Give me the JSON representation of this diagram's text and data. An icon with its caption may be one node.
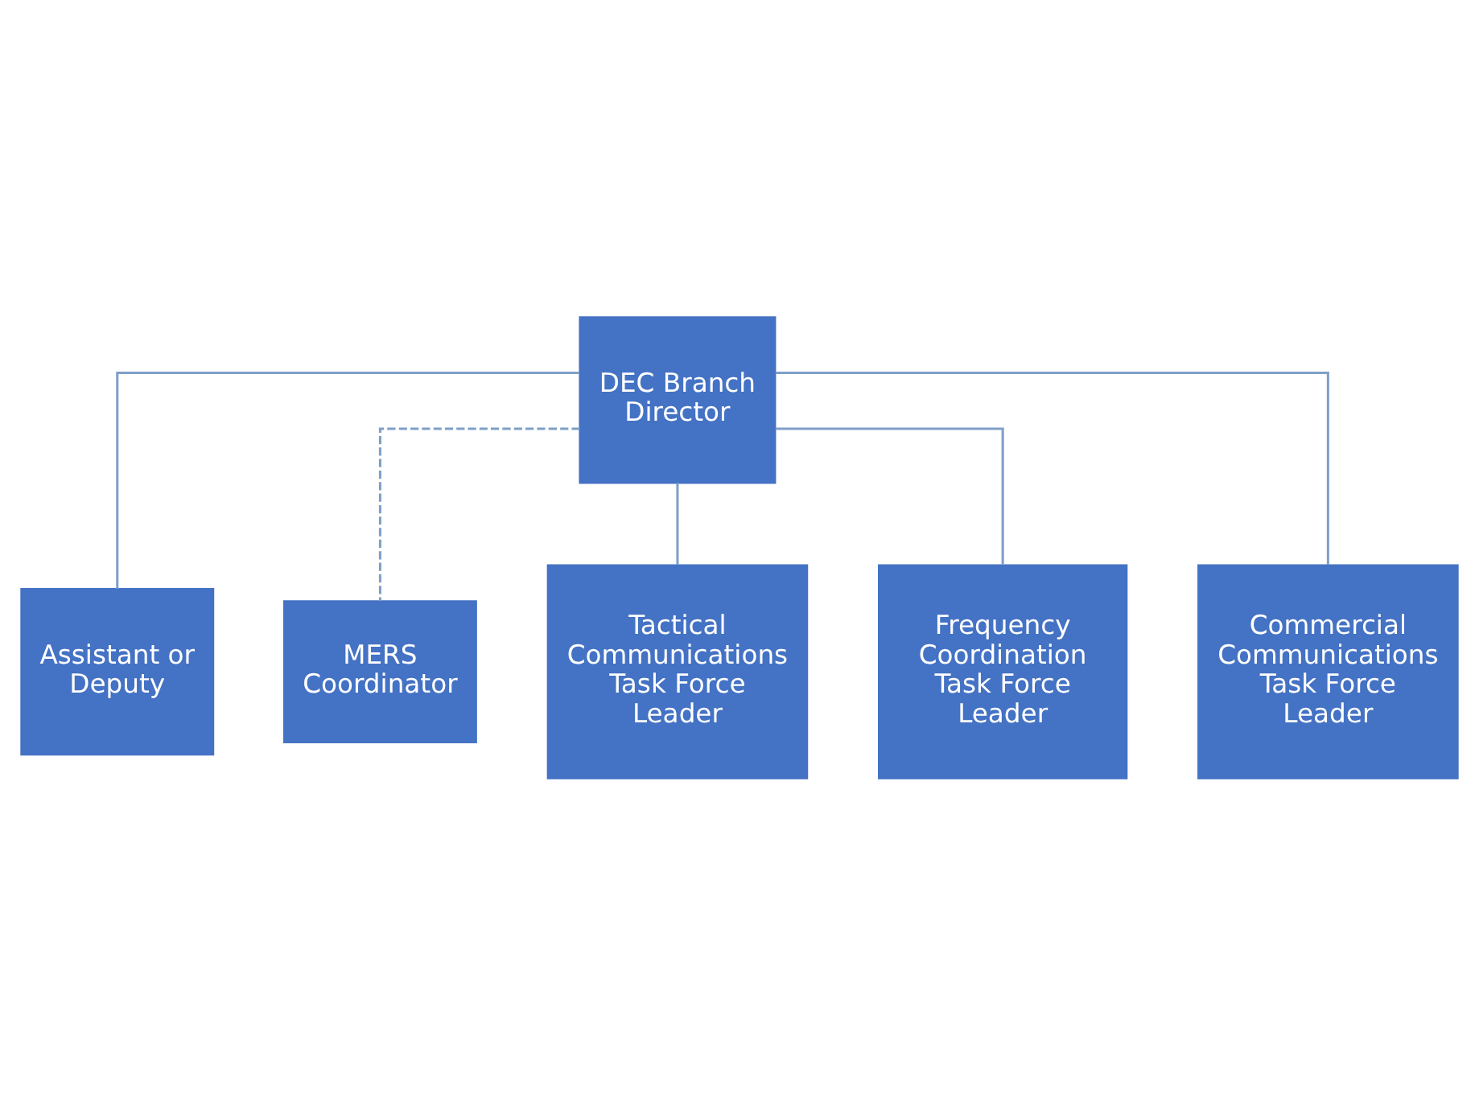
{
  "diagram": {
    "nodes": [
      {
        "text": [
          "DEC Branch Director"
        ]
      },
      {
        "text": [
          "Assistant or Deputy"
        ]
      },
      {
        "text": [
          "MERS Coordinator"
        ]
      },
      {
        "text": [
          "Tactical Communications Task Force Leader"
        ]
      },
      {
        "text": [
          "Frequency Coordination Task Force Leader"
        ]
      },
      {
        "text": [
          "Commercial Communications Task Force Leader"
        ]
      }
    ],
    "edges": [
      {
        "from": 0,
        "to": 1,
        "arrow": "none"
      },
      {
        "from": 0,
        "to": 2,
        "arrow": "none",
        "style": "dashed"
      },
      {
        "from": 0,
        "to": 3,
        "arrow": "none"
      },
      {
        "from": 0,
        "to": 4,
        "arrow": "none"
      },
      {
        "from": 0,
        "to": 5,
        "arrow": "none"
      }
    ]
  }
}
